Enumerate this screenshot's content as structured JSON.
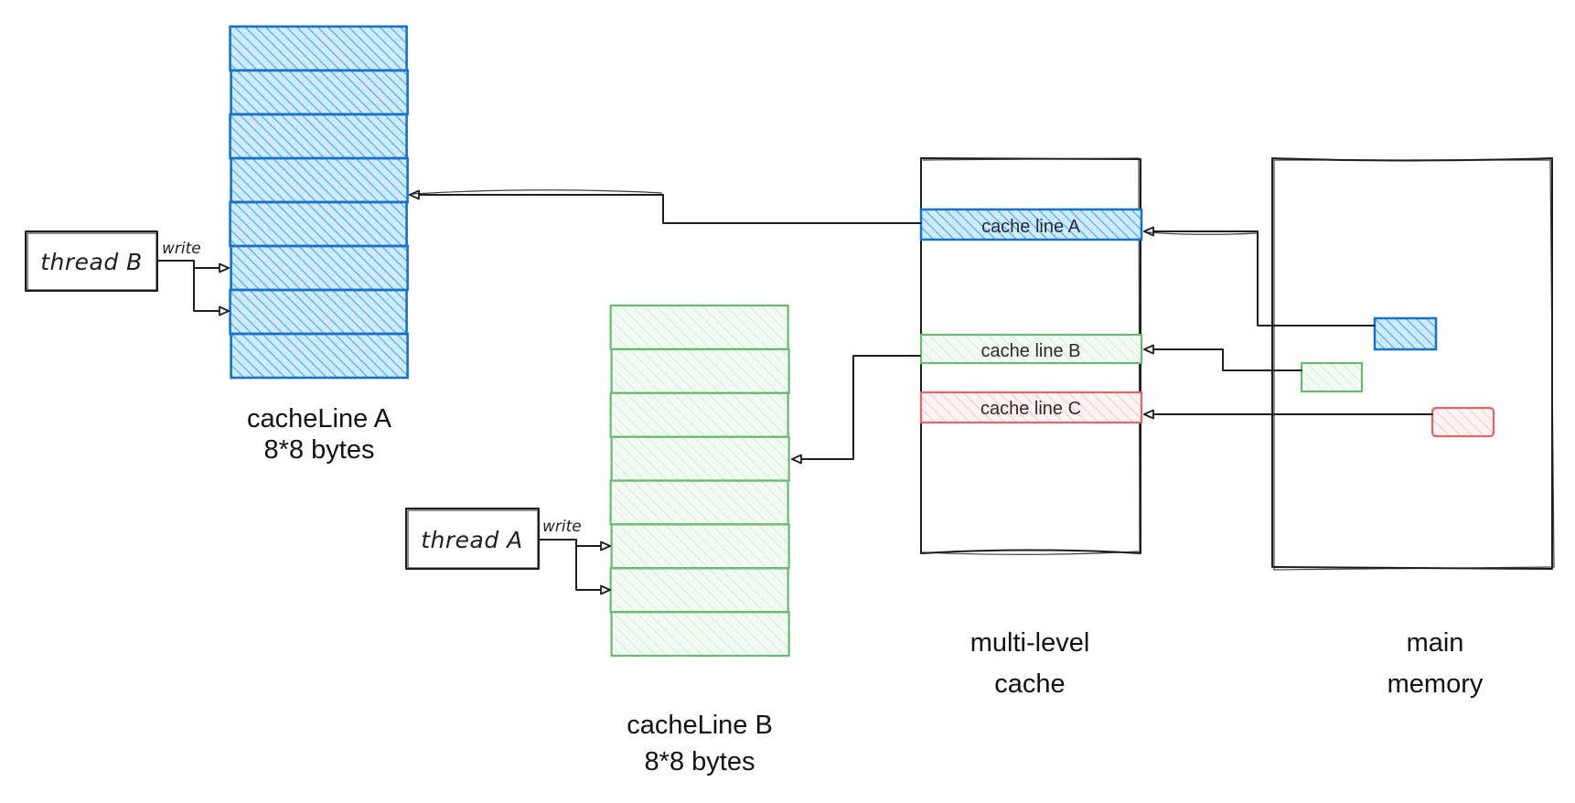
{
  "diagram": {
    "title": "False sharing: two cache lines in multi-level cache",
    "colors": {
      "blue_stroke": "#1971c2",
      "blue_fill": "#d0ebff",
      "blue_hatch": "#4dabf7",
      "green_stroke": "#69b96f",
      "green_fill": "#f1f8f1",
      "green_hatch": "#c9e6cb",
      "red_stroke": "#e03131",
      "red_fill": "#fff0f0",
      "red_hatch": "#f4a3a3",
      "ink": "#1e1e1e"
    },
    "cacheline_a": {
      "label_line1": "cacheLine A",
      "label_line2": "8*8 bytes",
      "slots": 8
    },
    "cacheline_b": {
      "label_line1": "cacheLine B",
      "label_line2": "8*8 bytes",
      "slots": 8
    },
    "thread_b": {
      "label": "thread B",
      "edge_label": "write"
    },
    "thread_a": {
      "label": "thread A",
      "edge_label": "write"
    },
    "multi_level_cache": {
      "label_line1": "multi-level",
      "label_line2": "cache",
      "lines": [
        {
          "label": "cache line A",
          "color": "blue"
        },
        {
          "label": "cache line B",
          "color": "green"
        },
        {
          "label": "cache line C",
          "color": "red"
        }
      ]
    },
    "main_memory": {
      "label_line1": "main",
      "label_line2": "memory",
      "blocks": [
        {
          "name": "memory-block-a",
          "color": "blue"
        },
        {
          "name": "memory-block-b",
          "color": "green"
        },
        {
          "name": "memory-block-c",
          "color": "red"
        }
      ]
    }
  }
}
